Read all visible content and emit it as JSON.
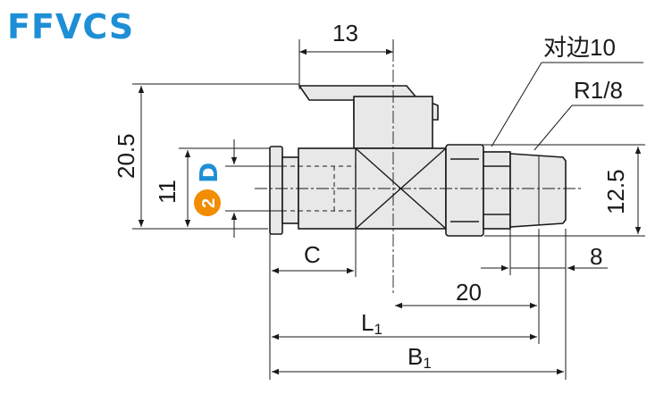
{
  "title": "FFVCS",
  "dimensions": {
    "top_width": "13",
    "height_total": "20.5",
    "height_body": "11",
    "diameter_badge_number": "2",
    "diameter_label": "D",
    "across_flats": "对边10",
    "thread": "R1/8",
    "right_height": "12.5",
    "thread_length": "8",
    "port_c": "C",
    "center_to_end": "20",
    "l1_letter": "L",
    "l1_sub": "1",
    "b1_letter": "B",
    "b1_sub": "1"
  },
  "colors": {
    "title": "#1e8fd6",
    "badge": "#f28c00",
    "diameter_label": "#1e8fd6"
  }
}
